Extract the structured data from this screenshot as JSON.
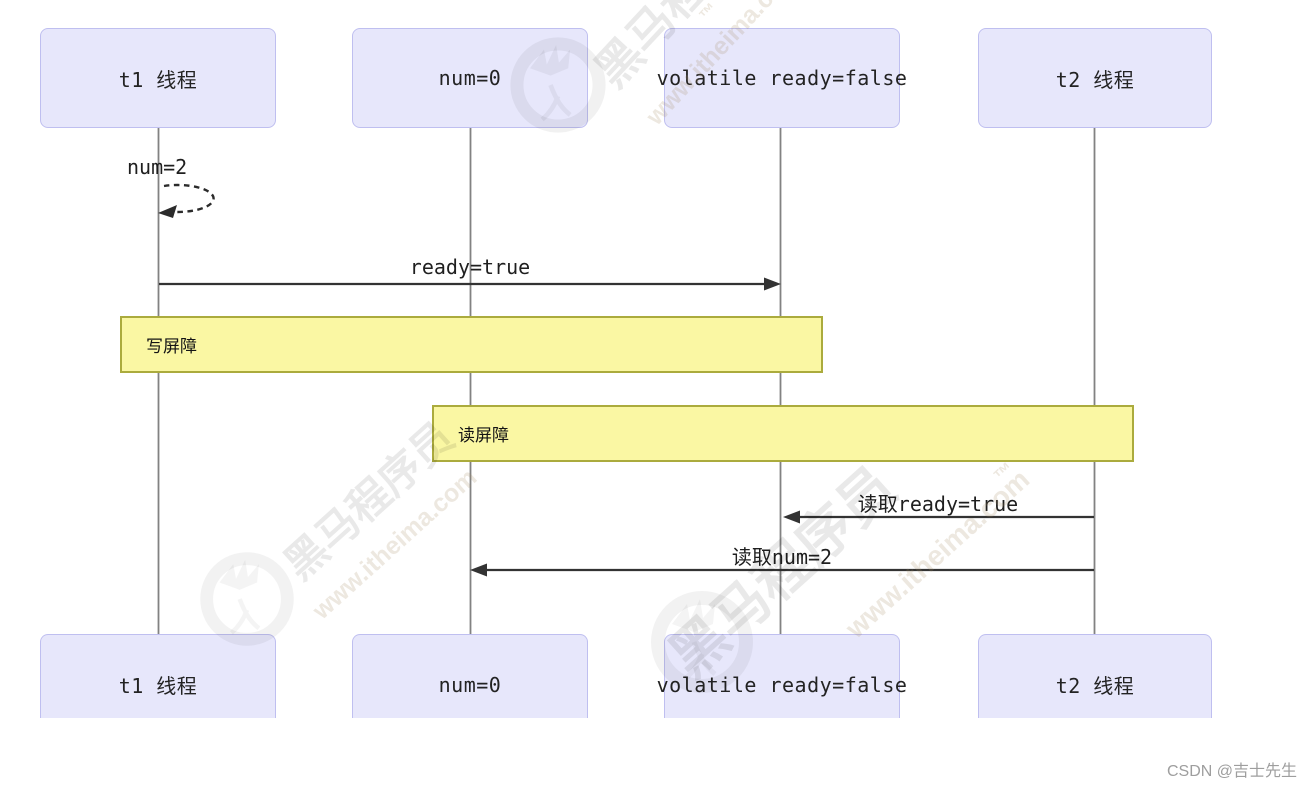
{
  "diagram": {
    "participants": [
      {
        "label": "t1 线程"
      },
      {
        "label": "num=0"
      },
      {
        "label": "volatile ready=false"
      },
      {
        "label": "t2 线程"
      }
    ],
    "self_message": {
      "label": "num=2",
      "on": "t1 线程",
      "style": "dashed-loop"
    },
    "messages": [
      {
        "label": "ready=true",
        "from": "t1 线程",
        "to": "volatile ready=false"
      },
      {
        "label": "读取ready=true",
        "from": "t2 线程",
        "to": "volatile ready=false"
      },
      {
        "label": "读取num=2",
        "from": "t2 线程",
        "to": "num=0"
      }
    ],
    "barriers": [
      {
        "label": "写屏障",
        "spans": [
          "t1 线程",
          "volatile ready=false"
        ]
      },
      {
        "label": "读屏障",
        "spans": [
          "num=0",
          "t2 线程"
        ]
      }
    ]
  },
  "watermark": {
    "brand": "黑马程序员",
    "site": "www.itheima.com",
    "tm": "™"
  },
  "footer": {
    "credit": "CSDN @吉士先生"
  },
  "colors": {
    "participant_fill": "#e7e7fb",
    "participant_border": "#bfbff0",
    "barrier_fill": "#faf7a3",
    "barrier_border": "#abab3d",
    "lifeline": "#828282",
    "arrow": "#333333",
    "label_text": "#1f1f1f",
    "credit_text": "#9e9e9e"
  }
}
